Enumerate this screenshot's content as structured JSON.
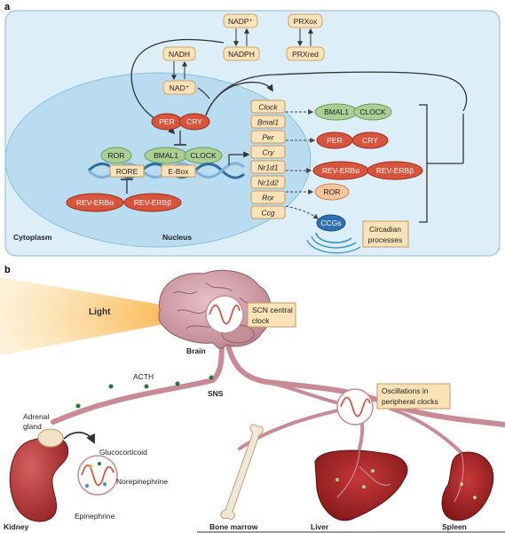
{
  "panel_a": {
    "label": "a",
    "compartments": {
      "cytoplasm": "Cytoplasm",
      "nucleus": "Nucleus"
    },
    "redox": {
      "nadp_plus": "NADP⁺",
      "nadph": "NADPH",
      "nadh": "NADH",
      "nad_plus": "NAD⁺",
      "prxox": "PRXox",
      "prxred": "PRXred"
    },
    "complexes": {
      "per": "PER",
      "cry": "CRY",
      "ror": "ROR",
      "bmal1": "BMAL1",
      "clock": "CLOCK",
      "rore": "RORE",
      "ebox": "E-Box",
      "rev_erba": "REV-ERBα",
      "rev_erbb": "REV-ERBβ"
    },
    "genes": [
      "Clock",
      "Bmal1",
      "Per",
      "Cry",
      "Nr1d1",
      "Nr1d2",
      "Ror",
      "Ccg"
    ],
    "products": {
      "bmal1": "BMAL1",
      "clock": "CLOCK",
      "per": "PER",
      "cry": "CRY",
      "rev_erba": "REV-ERBα",
      "rev_erbb": "REV-ERBβ",
      "ror": "ROR",
      "ccgs": "CCGs",
      "circadian_line1": "Circadian",
      "circadian_line2": "processes"
    }
  },
  "panel_b": {
    "label": "b",
    "light": "Light",
    "brain": "Brain",
    "scn_line1": "SCN central",
    "scn_line2": "clock",
    "acth": "ACTH",
    "sns": "SNS",
    "adrenal_line1": "Adrenal",
    "adrenal_line2": "gland",
    "osc_line1": "Oscillations in",
    "osc_line2": "peripheral clocks",
    "glucocorticoid": "Glucocorticoid",
    "norepinephrine": "Norepinephrine",
    "epinephrine": "Epinephrine",
    "organs": {
      "kidney": "Kidney",
      "bone_marrow": "Bone marrow",
      "liver": "Liver",
      "spleen": "Spleen"
    }
  },
  "colors": {
    "cell_fill": "#dceef7",
    "nucleus_fill": "#b9dcf0",
    "green_protein": "#a9cf94",
    "red_protein": "#d9543d",
    "box_fill": "#fbe2b8",
    "orange_protein": "#f6c49a",
    "nerve": "#c98a97"
  }
}
